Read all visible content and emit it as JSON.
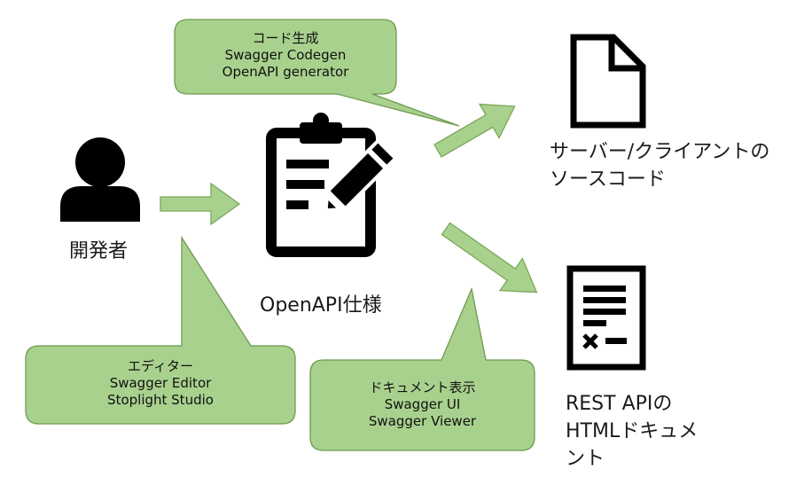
{
  "colors": {
    "callout_fill": "#a9d18e",
    "callout_stroke": "#6f9a4f",
    "arrow_fill": "#a9d18e",
    "arrow_stroke": "#7aa85a",
    "icon": "#000000"
  },
  "nodes": {
    "developer": {
      "icon": "person-icon",
      "label": "開発者"
    },
    "spec": {
      "icon": "clipboard-pencil-icon",
      "label": "OpenAPI仕様"
    },
    "source": {
      "icon": "file-icon",
      "label_lines": [
        "サーバー/クライアントの",
        "ソースコード"
      ]
    },
    "docs": {
      "icon": "document-icon",
      "label_lines": [
        "REST APIの",
        "HTMLドキュメ",
        "ント"
      ]
    }
  },
  "callouts": {
    "codegen": {
      "lines": [
        "コード生成",
        "Swagger Codegen",
        "OpenAPI generator"
      ]
    },
    "editor": {
      "lines": [
        "エディター",
        "Swagger Editor",
        "Stoplight Studio"
      ]
    },
    "viewer": {
      "lines": [
        "ドキュメント表示",
        "Swagger UI",
        "Swagger Viewer"
      ]
    }
  }
}
